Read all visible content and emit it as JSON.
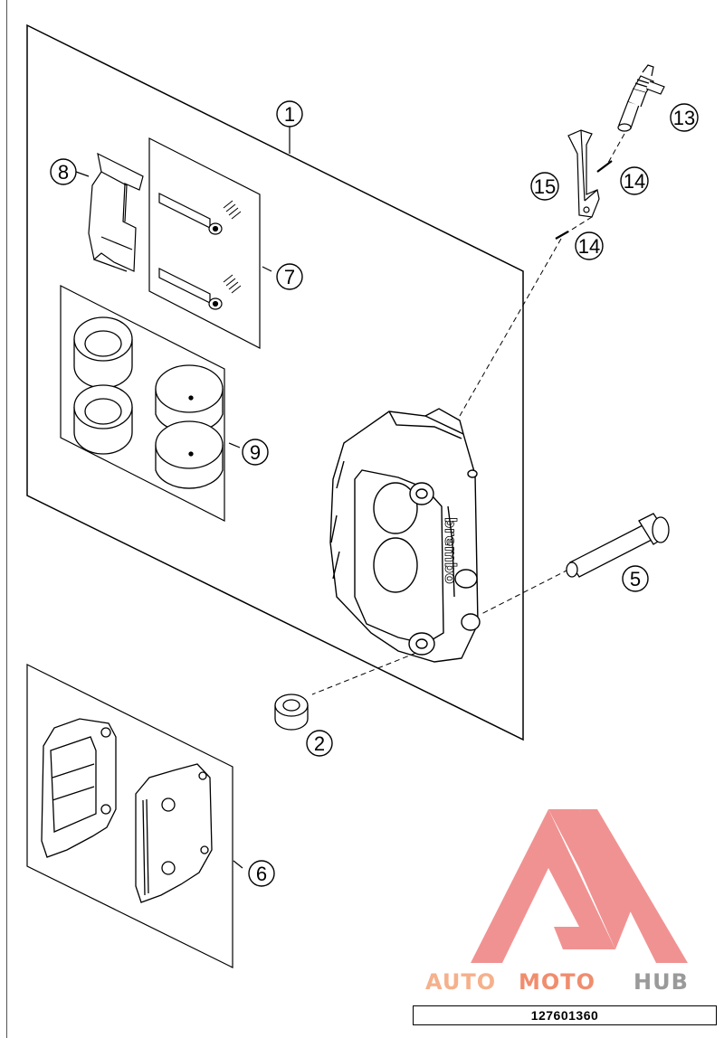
{
  "callouts": [
    {
      "id": "1",
      "label": "1"
    },
    {
      "id": "2",
      "label": "2"
    },
    {
      "id": "5",
      "label": "5"
    },
    {
      "id": "6",
      "label": "6"
    },
    {
      "id": "7",
      "label": "7"
    },
    {
      "id": "8",
      "label": "8"
    },
    {
      "id": "9",
      "label": "9"
    },
    {
      "id": "13",
      "label": "13"
    },
    {
      "id": "14a",
      "label": "14"
    },
    {
      "id": "14b",
      "label": "14"
    },
    {
      "id": "15",
      "label": "15"
    }
  ],
  "caliper_brand": "brembo",
  "watermark": {
    "word_part1": "AUTO",
    "word_part2": "MOTO",
    "word_part3": "HUB",
    "color_light": "#f5b08c",
    "color_mid": "#f08d6e",
    "color_dark": "#9a9a9a",
    "logo_color": "#ef7f7f"
  },
  "drawing_number": "127601360"
}
